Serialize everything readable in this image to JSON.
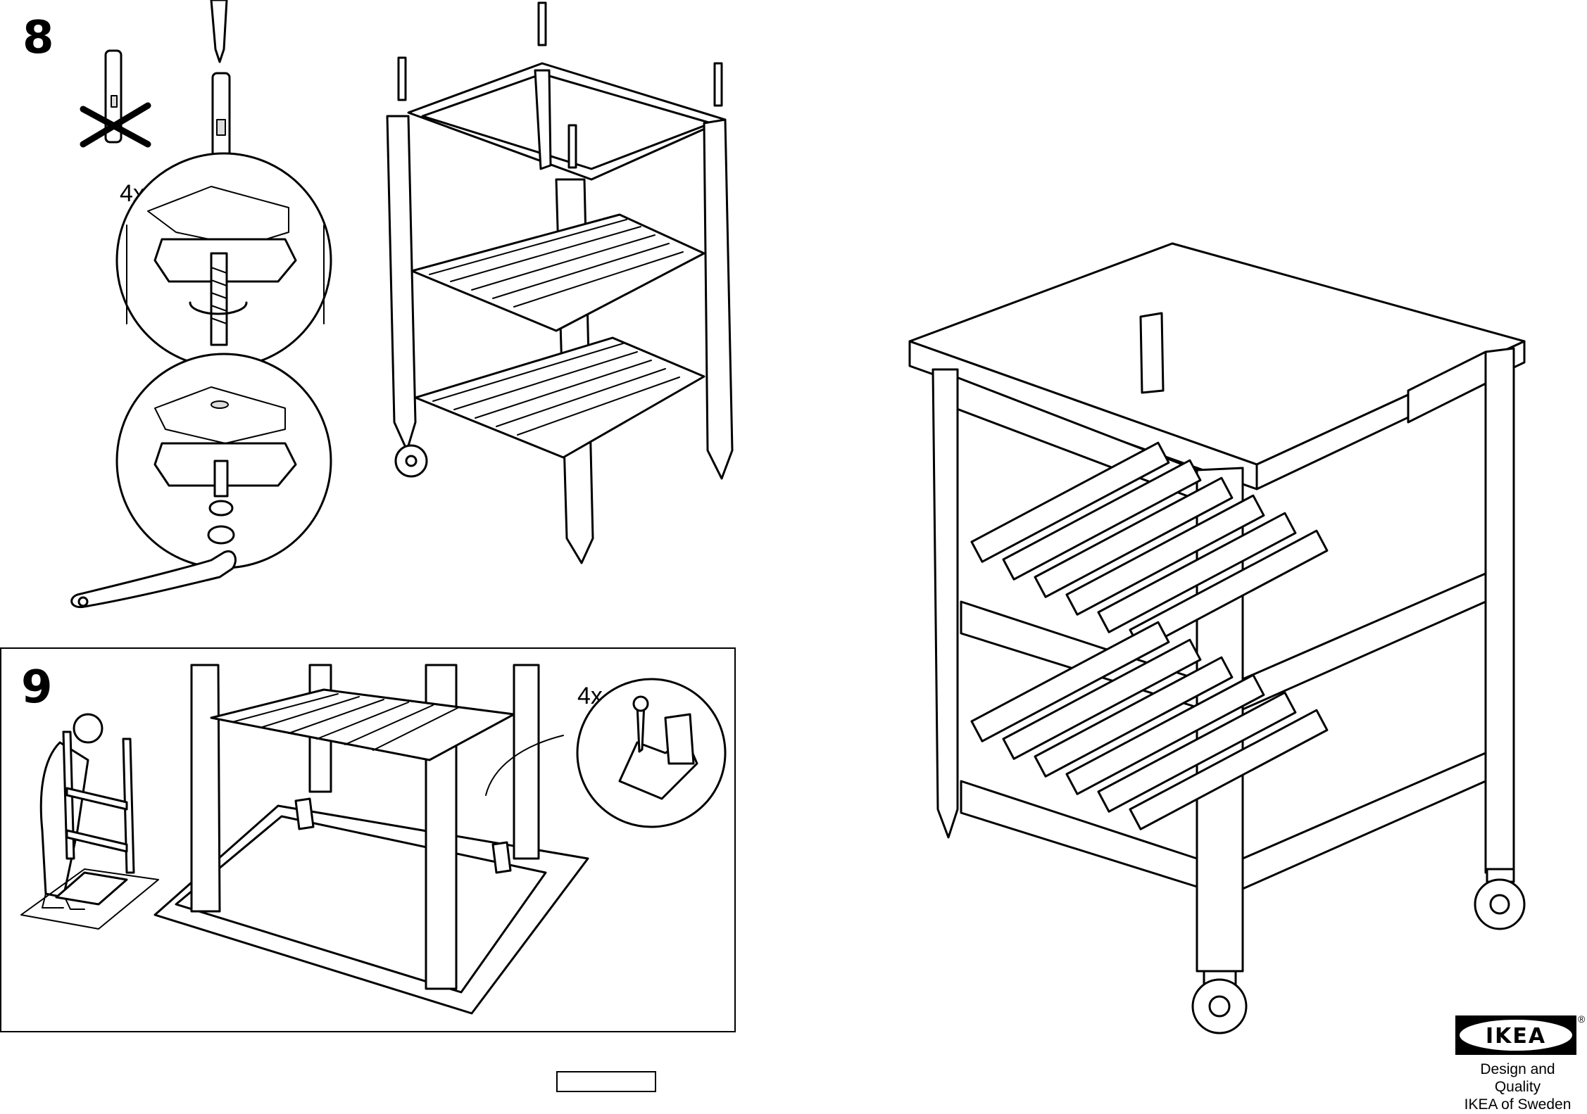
{
  "steps": {
    "step8": {
      "number": "8",
      "qty_a": "4x"
    },
    "step9": {
      "number": "9",
      "qty": "4x"
    }
  },
  "brand": {
    "logo_text": "IKEA",
    "registered_mark": "®",
    "tagline_line1": "Design and Quality",
    "tagline_line2": "IKEA of Sweden"
  },
  "colors": {
    "ink": "#000000",
    "paper": "#ffffff",
    "logo_yellow": "#ffffff"
  }
}
